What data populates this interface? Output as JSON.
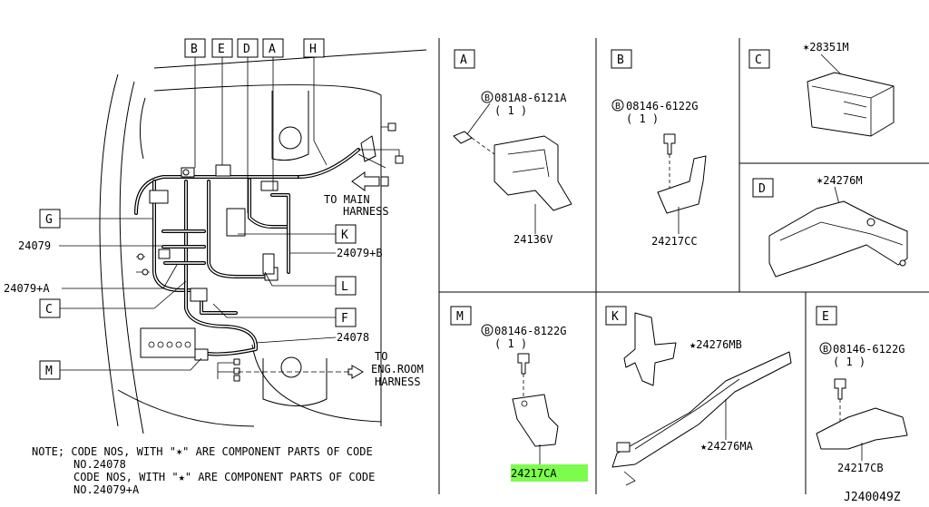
{
  "main_view": {
    "top_labels": [
      "B",
      "E",
      "D",
      "A",
      "H"
    ],
    "left_labels": {
      "g": "G",
      "c": "C",
      "m": "M",
      "n1": "24079",
      "n2": "24079+A"
    },
    "right_labels": {
      "k": "K",
      "l": "L",
      "f": "F",
      "n1": "24079+B",
      "n2": "24078"
    },
    "to_main_1": "TO MAIN",
    "to_main_2": "HARNESS",
    "to_eng_1": "TO",
    "to_eng_2": "ENG.ROOM",
    "to_eng_3": "HARNESS"
  },
  "note": {
    "line1": "NOTE; CODE NOS, WITH \"✶\" ARE COMPONENT PARTS OF CODE",
    "line2": "NO.24078",
    "line3": "CODE NOS, WITH \"★\" ARE COMPONENT PARTS OF CODE",
    "line4": "NO.24079+A"
  },
  "panels": {
    "a": {
      "label": "A",
      "bolt": "081A8-6121A",
      "qty": "( 1 )",
      "part": "24136V"
    },
    "b": {
      "label": "B",
      "bolt": "08146-6122G",
      "qty": "( 1 )",
      "part": "24217CC"
    },
    "c": {
      "label": "C",
      "part": "✶28351M"
    },
    "d": {
      "label": "D",
      "part": "✶24276M"
    },
    "m": {
      "label": "M",
      "bolt": "08146-8122G",
      "qty": "( 1 )",
      "part": "24217CA"
    },
    "k": {
      "label": "K",
      "part1": "★24276MB",
      "part2": "★24276MA"
    },
    "e": {
      "label": "E",
      "bolt": "08146-6122G",
      "qty": "( 1 )",
      "part": "24217CB"
    }
  },
  "bolt_symbol": "B",
  "diagram_code": "J240049Z",
  "highlight_color": "#7CFC4C"
}
